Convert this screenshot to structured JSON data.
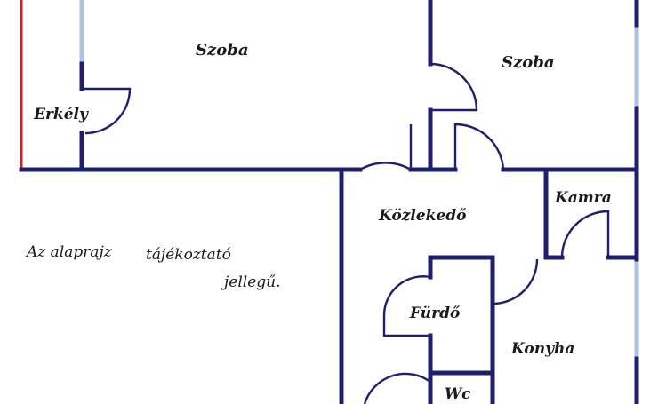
{
  "title": "",
  "colors": {
    "wall": "#1f1f70",
    "window": "#a9c4dc",
    "balcony_edge": "#c0282c",
    "text": "#1a1a1a"
  },
  "rooms": {
    "room1": "Szoba",
    "room2": "Szoba",
    "balcony": "Erkély",
    "corridor": "Közlekedő",
    "pantry": "Kamra",
    "bathroom": "Fürdő",
    "kitchen": "Konyha",
    "wc": "Wc"
  },
  "disclaimer": {
    "line1a": "Az alaprajz",
    "line1b": "tájékoztató",
    "line2": "jellegű."
  }
}
